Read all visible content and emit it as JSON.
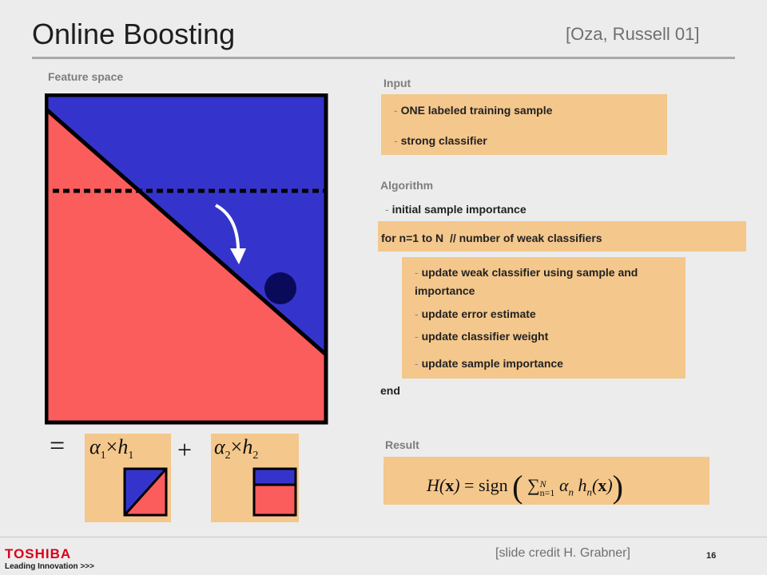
{
  "slide": {
    "title": "Online Boosting",
    "reference": "[Oza, Russell 01]",
    "credit": "[slide credit H. Grabner]",
    "page_number": "16"
  },
  "feature_space": {
    "label": "Feature space",
    "colors": {
      "red": "#fb5c5c",
      "blue": "#3434cc",
      "sample": "#0a0a5a"
    }
  },
  "input": {
    "heading": "Input",
    "items": [
      "ONE labeled training sample",
      "strong classifier"
    ]
  },
  "algorithm": {
    "heading": "Algorithm",
    "init": "initial sample importance",
    "loop": "for n=1 to N  // number of weak classifiers",
    "steps": [
      "update weak classifier using sample and importance",
      "update error estimate",
      "update classifier weight",
      "update sample importance"
    ],
    "end": "end"
  },
  "result": {
    "heading": "Result",
    "formula": "H(x) = sign( Σ_{n=1}^{N} α_n h_n(x) )"
  },
  "combination": {
    "equals": "=",
    "plus": "+",
    "terms": [
      {
        "alpha": "α",
        "sub": "1",
        "times": "×",
        "h": "h",
        "hsub": "1"
      },
      {
        "alpha": "α",
        "sub": "2",
        "times": "×",
        "h": "h",
        "hsub": "2"
      }
    ]
  },
  "brand": {
    "name": "TOSHIBA",
    "tagline": "Leading Innovation >>>",
    "color": "#d8001c"
  },
  "theme": {
    "box_color": "#f4c78c",
    "arrow_color": "#ffffff"
  }
}
